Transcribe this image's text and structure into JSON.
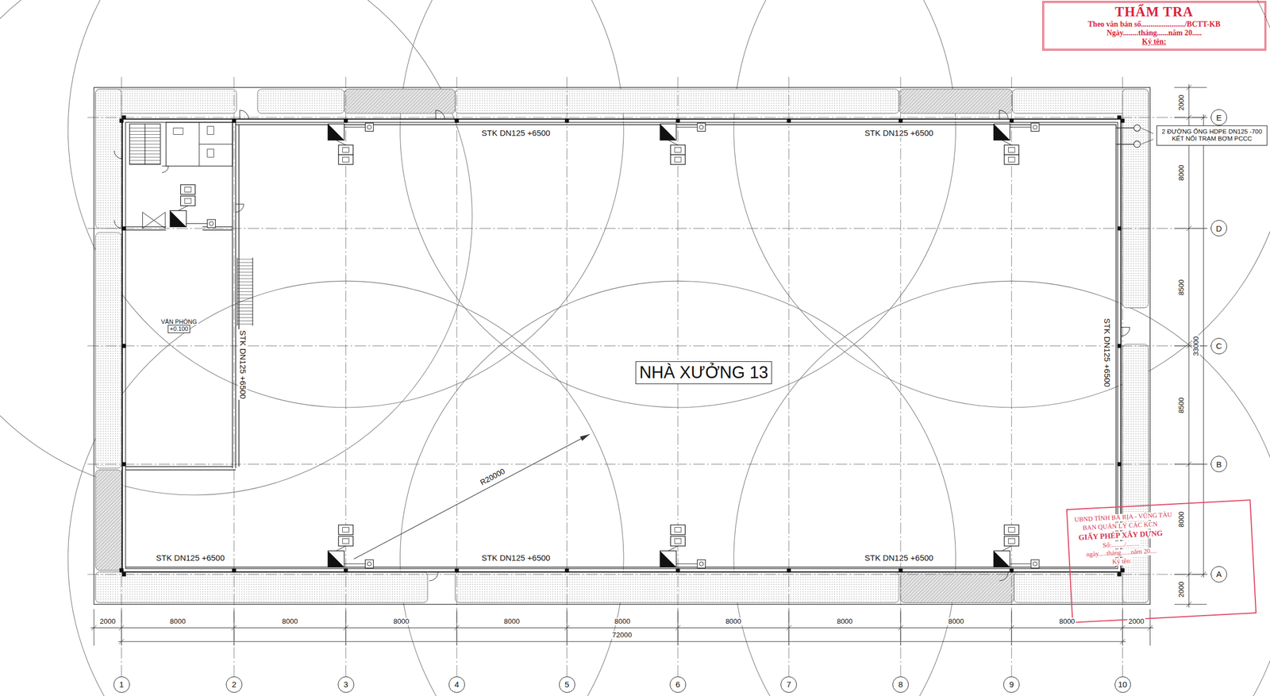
{
  "diagram": {
    "nodes": [
      {
        "text": [
          "THẨM TRA",
          "Theo văn bản số......................./BCTT-KB",
          "Ngày........tháng......năm 20.....",
          "Ký tên:"
        ]
      },
      {
        "text": [
          "E"
        ]
      },
      {
        "text": [
          "2 ĐƯỜNG ỐNG HDPE DN125 -700 KẾT NỐI TRẠM BƠM PCCC"
        ]
      },
      {
        "text": [
          "D"
        ]
      },
      {
        "text": [
          "VĂN PHÒNG",
          "+0.100"
        ]
      },
      {
        "text": [
          "C"
        ]
      },
      {
        "text": [
          "NHÀ XƯỞNG 13"
        ]
      },
      {
        "text": [
          "B"
        ]
      },
      {
        "text": [
          "UBND TỈNH BÀ RỊA - VŨNG TÀU",
          "BAN QUẢN LÝ CÁC KCN",
          "GIẤY PHÉP XÂY DỰNG",
          "Số:......../........",
          "ngày.....tháng......năm 20....",
          "Ký tên:"
        ]
      },
      {
        "text": [
          "A"
        ]
      },
      {
        "text": [
          "1"
        ]
      },
      {
        "text": [
          "2"
        ]
      },
      {
        "text": [
          "3"
        ]
      },
      {
        "text": [
          "4"
        ]
      },
      {
        "text": [
          "5"
        ]
      },
      {
        "text": [
          "6"
        ]
      },
      {
        "text": [
          "7"
        ]
      },
      {
        "text": [
          "8"
        ]
      },
      {
        "text": [
          "9"
        ]
      },
      {
        "text": [
          "10"
        ]
      }
    ],
    "labels": [
      "STK DN125 +6500",
      "STK DN125 +6500",
      "STK DN125 +6500",
      "STK DN125 +6500",
      "R20000",
      "STK DN125 +6500",
      "STK DN125 +6500",
      "STK DN125 +6500",
      "2000",
      "8000",
      "8000",
      "8000",
      "8000",
      "8000",
      "8000",
      "8000",
      "8000",
      "8000",
      "2000",
      "72000",
      "2000",
      "8000",
      "8500",
      "33000",
      "8500",
      "8000",
      "2000"
    ]
  }
}
